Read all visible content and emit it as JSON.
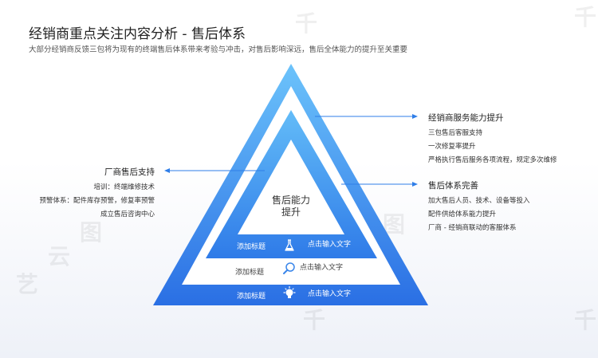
{
  "header": {
    "title": "经销商重点关注内容分析 - 售后体系",
    "subtitle": "大部分经销商反馈三包将为现有的终端售后体系带来考验与冲击，对售后影响深远，售后全体能力的提升至关重要"
  },
  "pyramid": {
    "center_label_line1": "售后能力",
    "center_label_line2": "提升",
    "rows": [
      {
        "title": "添加标题",
        "text": "点击输入文字",
        "icon": "flask-icon"
      },
      {
        "title": "添加标题",
        "text": "点击输入文字",
        "icon": "search-icon"
      },
      {
        "title": "添加标题",
        "text": "点击输入文字",
        "icon": "lightbulb-icon"
      }
    ]
  },
  "left_block": {
    "heading": "厂商售后支持",
    "items": [
      "培训：终端维修技术",
      "预警体系：配件库存预警，修复率预警",
      "成立售后咨询中心"
    ]
  },
  "right_top": {
    "heading": "经销商服务能力提升",
    "items": [
      "三包售后客服支持",
      "一次修复率提升",
      "严格执行售后服务各项流程，规定多次维修"
    ]
  },
  "right_bottom": {
    "heading": "售后体系完善",
    "items": [
      "加大售后人员、技术、设备等投入",
      "配件供给体系能力提升",
      "厂商 - 经销商联动的客服体系"
    ]
  },
  "colors": {
    "outer_top": "#4aaef5",
    "outer_bottom": "#2b73e6",
    "arrow": "#2f7ee8"
  }
}
